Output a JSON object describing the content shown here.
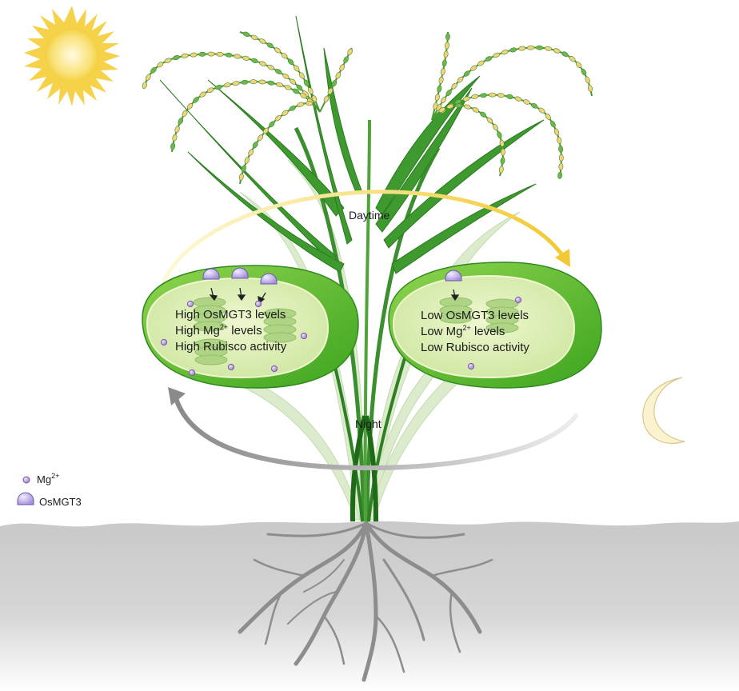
{
  "colors": {
    "soil": "#cfcfcf",
    "leaf_dark": "#2f8f2a",
    "leaf_light": "#bcd9a8",
    "chloroplast_outer": "#5fbf2e",
    "chloroplast_inner": "#d9ecb0",
    "day_arrow": "#f2d14a",
    "night_arrow": "#9a9a9a",
    "sun": "#f7dc62",
    "moon": "#fbf1c8",
    "mg_ion": "#b79ed8",
    "osmgt3": "#c6b6ec",
    "grain_yellow": "#f3d27a"
  },
  "icons": {
    "sun": "sun-icon",
    "moon": "crescent-moon-icon",
    "mg_ion": "magnesium-ion-icon",
    "transporter": "osmgt3-transporter-icon"
  },
  "labels": {
    "daytime": "Daytime",
    "night": "Night"
  },
  "chloroplast_day": {
    "line1": "High OsMGT3 levels",
    "line2_prefix": "High Mg",
    "line2_sup": "2+",
    "line2_suffix": " levels",
    "line3": "High Rubisco activity"
  },
  "chloroplast_night": {
    "line1": "Low OsMGT3 levels",
    "line2_prefix": "Low Mg",
    "line2_sup": "2+",
    "line2_suffix": " levels",
    "line3": "Low Rubisco activity"
  },
  "legend": {
    "mg_prefix": "Mg",
    "mg_sup": "2+",
    "osmgt3": "OsMGT3"
  }
}
